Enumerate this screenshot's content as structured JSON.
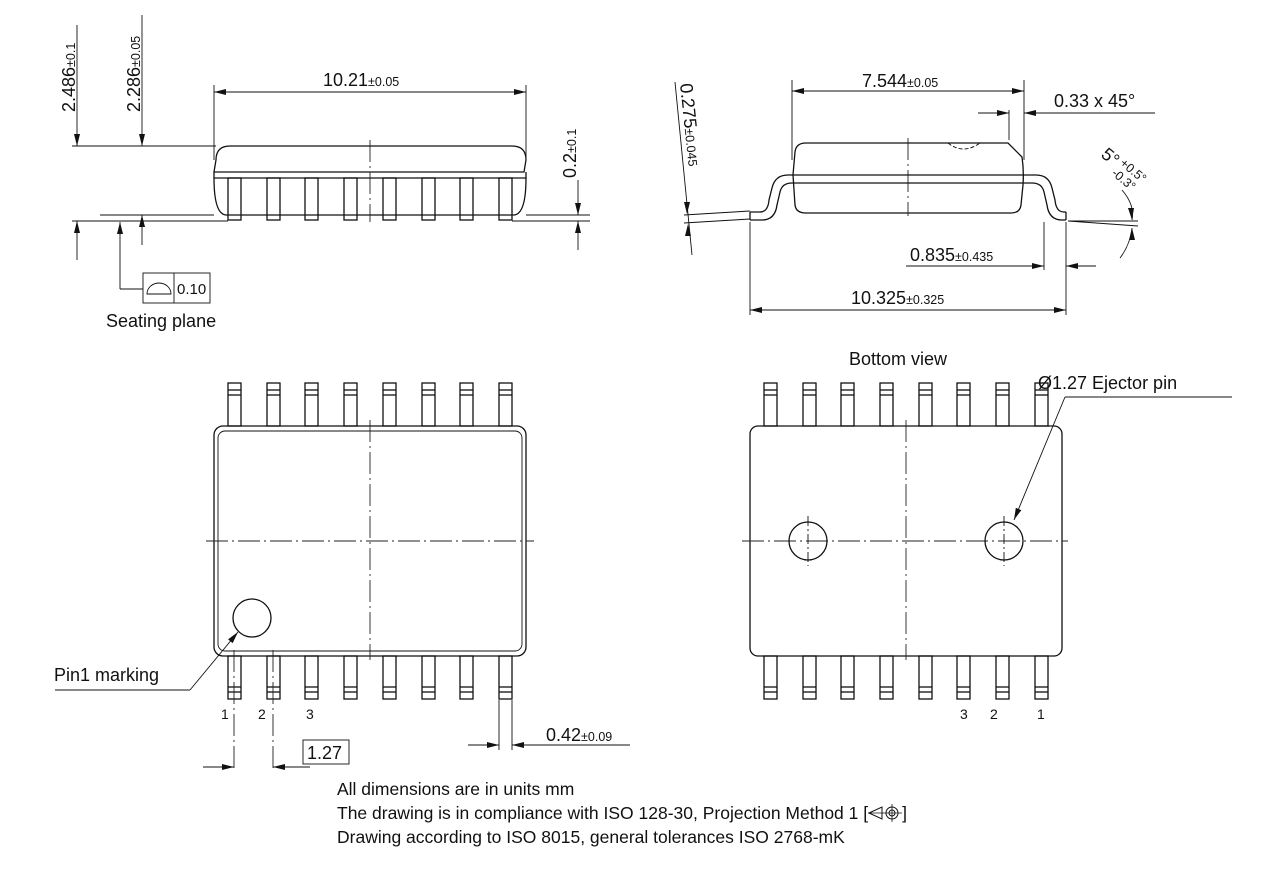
{
  "drawing": {
    "side_view_left": {
      "height_total": {
        "value": "2.486",
        "tol": "±0.1"
      },
      "height_body": {
        "value": "2.286",
        "tol": "±0.05"
      },
      "length": {
        "value": "10.21",
        "tol": "±0.05"
      },
      "standoff": {
        "value": "0.2",
        "tol": "±0.1"
      },
      "flatness_symbol": "profile-of-surface",
      "flatness_value": "0.10",
      "seating_plane_label": "Seating plane"
    },
    "side_view_right": {
      "body_width": {
        "value": "7.544",
        "tol": "±0.05"
      },
      "chamfer": "0.33 x 45°",
      "lead_thickness": {
        "value": "0.275",
        "tol": "±0.045"
      },
      "lead_angle": {
        "value": "5°",
        "tol_plus": "+0.5°",
        "tol_minus": "-0.3°"
      },
      "foot_length": {
        "value": "0.835",
        "tol": "±0.435"
      },
      "overall_width": {
        "value": "10.325",
        "tol": "±0.325"
      }
    },
    "top_view": {
      "pin1_label": "Pin1 marking",
      "pin_numbers": [
        "1",
        "2",
        "3"
      ],
      "pitch": "1.27",
      "lead_width": {
        "value": "0.42",
        "tol": "±0.09"
      }
    },
    "bottom_view": {
      "title": "Bottom view",
      "ejector_label": "Ø1.27 Ejector pin",
      "pin_numbers": [
        "3",
        "2",
        "1"
      ]
    },
    "pins_per_side": 8
  },
  "notes": {
    "line1": "All dimensions are in units mm",
    "line2": "The drawing is in compliance with ISO 128-30, Projection Method 1 [",
    "line2_end": "]",
    "line3": "Drawing according to ISO 8015, general tolerances ISO 2768-mK"
  }
}
